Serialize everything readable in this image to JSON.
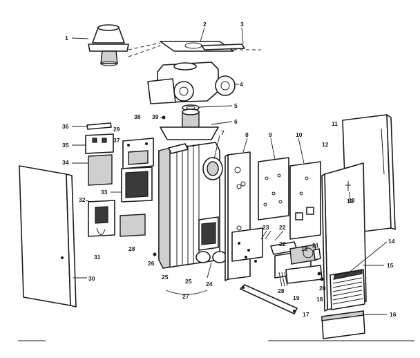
{
  "diagram": {
    "callouts": {
      "c1": "1",
      "c2": "2",
      "c3": "3",
      "c4": "4",
      "c5": "5",
      "c6": "6",
      "c7": "7",
      "c8": "8",
      "c9": "9",
      "c10": "10",
      "c11": "11",
      "c12": "12",
      "c13": "13",
      "c14": "14",
      "c15": "15",
      "c16": "16",
      "c17": "17",
      "c18a": "18",
      "c18b": "18",
      "c19": "19",
      "c20": "20",
      "c21": "21",
      "c22a": "22",
      "c22b": "22",
      "c23": "23",
      "c24": "24",
      "c25a": "25",
      "c25b": "25",
      "c26": "26",
      "c27": "27",
      "c28a": "28",
      "c28b": "28",
      "c29": "29",
      "c30": "30",
      "c31": "31",
      "c32": "32",
      "c33a": "33",
      "c33b": "33",
      "c34": "34",
      "c35": "35",
      "c36": "36",
      "c37": "37",
      "c38": "38",
      "c39": "39"
    }
  }
}
